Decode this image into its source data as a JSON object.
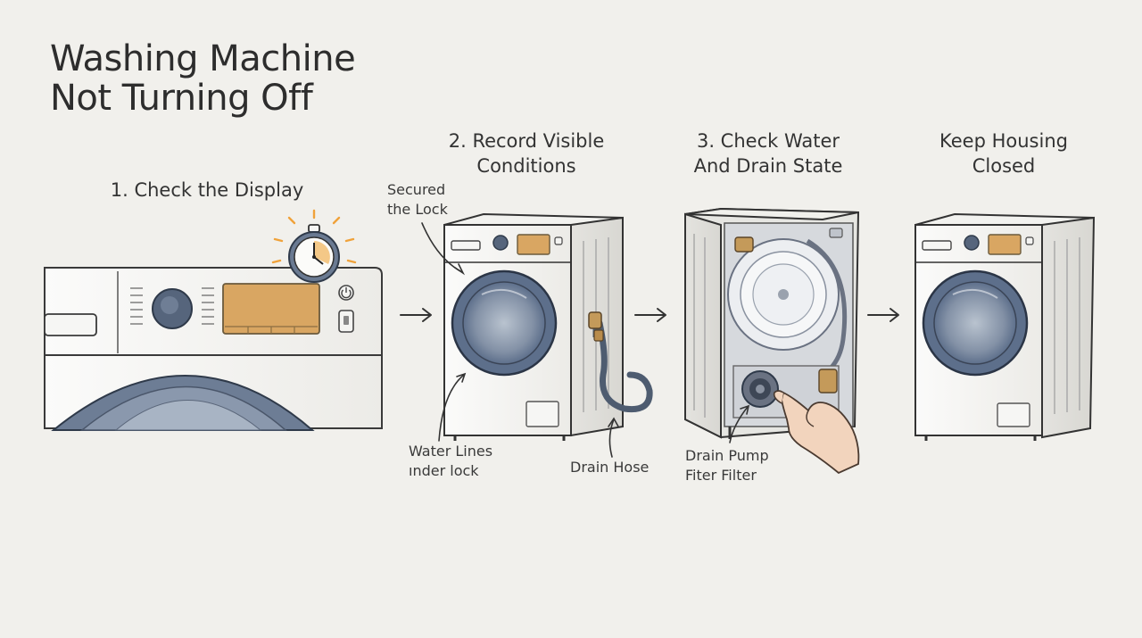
{
  "title": {
    "line1": "Washing Machine",
    "line2": "Not Turning Off"
  },
  "steps": [
    {
      "lines": [
        "1. Check the Display"
      ]
    },
    {
      "lines": [
        "2. Record Visible",
        "Conditions"
      ]
    },
    {
      "lines": [
        "3. Check Water",
        "And Drain State"
      ]
    },
    {
      "lines": [
        "Keep Housing",
        "Closed"
      ]
    }
  ],
  "callouts": {
    "secured_lock": [
      "Secured",
      "the Lock"
    ],
    "water_lines": [
      "Water Lines",
      "ınder lock"
    ],
    "drain_hose": [
      "Drain Hose"
    ],
    "drain_pump": [
      "Drain Pump",
      "Fiter Filter"
    ]
  },
  "icons": {
    "timer": "stopwatch-icon",
    "power": "power-icon",
    "arrow": "arrow-right-icon",
    "hand": "pointing-hand-icon"
  },
  "colors": {
    "display_amber": "#d9a662",
    "door_blue": "#5d6f8b",
    "timer_glow": "#f0a23a",
    "background": "#f1f0ec"
  }
}
